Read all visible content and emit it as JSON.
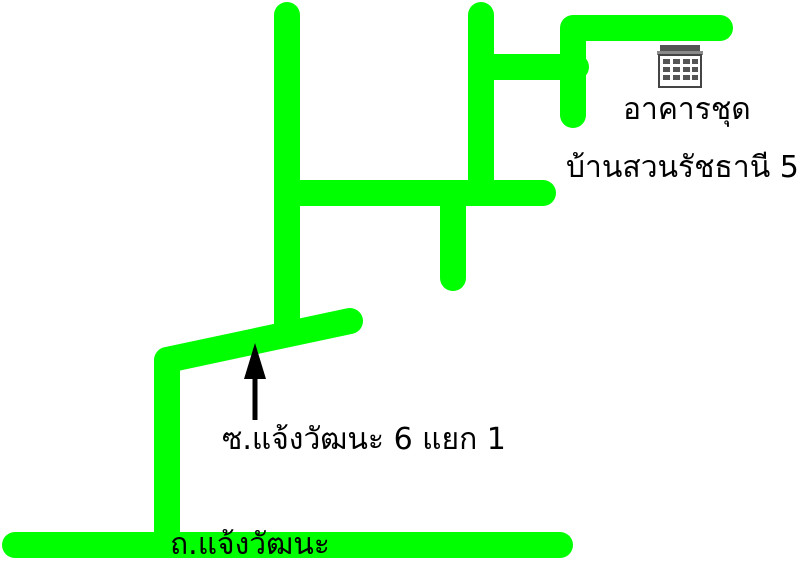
{
  "map": {
    "colors": {
      "road": "#00ff00",
      "background": "#ffffff",
      "text": "#000000",
      "arrow": "#000000"
    },
    "labels": {
      "main_road": "ถ.แจ้งวัฒนะ",
      "soi": "ซ.แจ้งวัฒนะ 6 แยก 1",
      "building_line1": "อาคารชุด",
      "building_line2": "บ้านสวนรัชธานี 5"
    },
    "icons": [
      "building-icon",
      "arrow-up-icon"
    ]
  }
}
